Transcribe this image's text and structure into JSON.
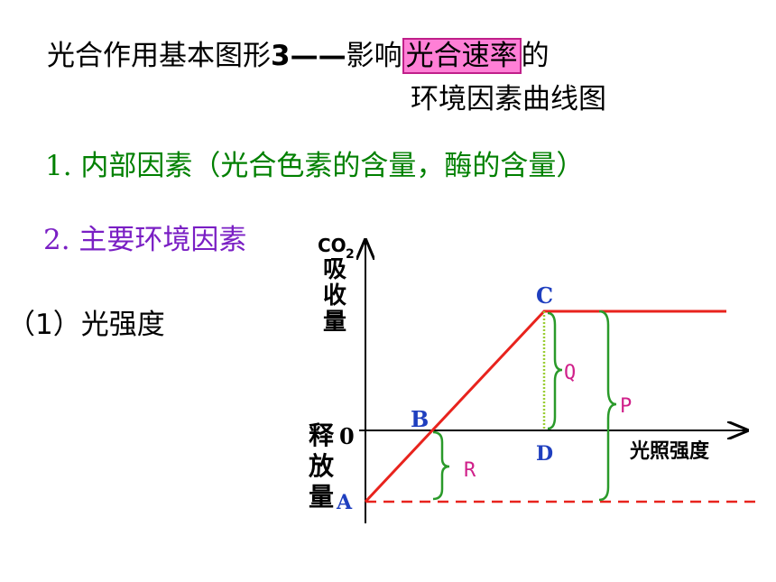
{
  "title": {
    "part1": "光合作用基本图形",
    "part_bold": "3——",
    "part2": "影响",
    "highlight": "光合速率",
    "part3": "的",
    "line2": "环境因素曲线图"
  },
  "point1": "1. 内部因素（光合色素的含量，酶的含量）",
  "point2": "2. 主要环境因素",
  "subitem": "（1）光强度",
  "diagram": {
    "y_axis_top": "CO",
    "y_axis_sub": "2",
    "y_axis_absorb": [
      "吸",
      "收",
      "量"
    ],
    "y_axis_release": [
      "释",
      "放",
      "量"
    ],
    "zero_label": "0",
    "x_axis_label": "光照强度",
    "points": {
      "A": "A",
      "B": "B",
      "C": "C",
      "D": "D"
    },
    "brace_labels": {
      "Q": "Q",
      "P": "P",
      "R": "R"
    },
    "colors": {
      "curve": "#e8231d",
      "dashed": "#e8231d",
      "brace": "#2a9a2a",
      "dotted": "#9acd32",
      "point_label": "#1f3fbf",
      "brace_text": "#d0208a"
    }
  }
}
